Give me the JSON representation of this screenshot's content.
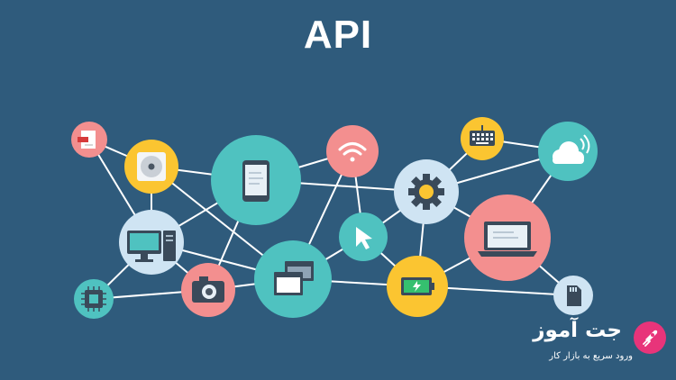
{
  "title": "API",
  "colors": {
    "background": "#2f5b7c",
    "link": "#ffffff",
    "teal": "#4fc2c0",
    "yellow": "#fbc531",
    "pink": "#f38f8f",
    "light_blue": "#cfe4f3",
    "brand_pink": "#e8347a"
  },
  "nodes": [
    {
      "id": "document",
      "icon": "document-icon"
    },
    {
      "id": "disc",
      "icon": "disc-icon"
    },
    {
      "id": "phone",
      "icon": "smartphone-icon"
    },
    {
      "id": "wifi",
      "icon": "wifi-icon"
    },
    {
      "id": "gear",
      "icon": "gear-icon"
    },
    {
      "id": "keyboard",
      "icon": "keyboard-icon"
    },
    {
      "id": "cloud",
      "icon": "cloud-icon"
    },
    {
      "id": "desktop",
      "icon": "desktop-computer-icon"
    },
    {
      "id": "cursor",
      "icon": "cursor-icon"
    },
    {
      "id": "laptop",
      "icon": "laptop-icon"
    },
    {
      "id": "chip",
      "icon": "chip-icon"
    },
    {
      "id": "camera",
      "icon": "camera-icon"
    },
    {
      "id": "windows",
      "icon": "windows-icon"
    },
    {
      "id": "battery",
      "icon": "battery-icon"
    },
    {
      "id": "sdcard",
      "icon": "sd-card-icon"
    }
  ],
  "links": [
    [
      "document",
      "disc"
    ],
    [
      "document",
      "desktop"
    ],
    [
      "disc",
      "phone"
    ],
    [
      "disc",
      "desktop"
    ],
    [
      "disc",
      "windows"
    ],
    [
      "phone",
      "wifi"
    ],
    [
      "phone",
      "desktop"
    ],
    [
      "phone",
      "camera"
    ],
    [
      "phone",
      "gear"
    ],
    [
      "wifi",
      "windows"
    ],
    [
      "wifi",
      "cursor"
    ],
    [
      "gear",
      "keyboard"
    ],
    [
      "gear",
      "cloud"
    ],
    [
      "gear",
      "cursor"
    ],
    [
      "gear",
      "battery"
    ],
    [
      "gear",
      "laptop"
    ],
    [
      "keyboard",
      "cloud"
    ],
    [
      "cloud",
      "laptop"
    ],
    [
      "desktop",
      "chip"
    ],
    [
      "desktop",
      "camera"
    ],
    [
      "desktop",
      "windows"
    ],
    [
      "chip",
      "camera"
    ],
    [
      "camera",
      "windows"
    ],
    [
      "cursor",
      "windows"
    ],
    [
      "cursor",
      "battery"
    ],
    [
      "windows",
      "battery"
    ],
    [
      "battery",
      "laptop"
    ],
    [
      "battery",
      "sdcard"
    ],
    [
      "laptop",
      "sdcard"
    ]
  ],
  "logo": {
    "name": "جت آموز",
    "tagline": "ورود سریع به بازار کار"
  }
}
